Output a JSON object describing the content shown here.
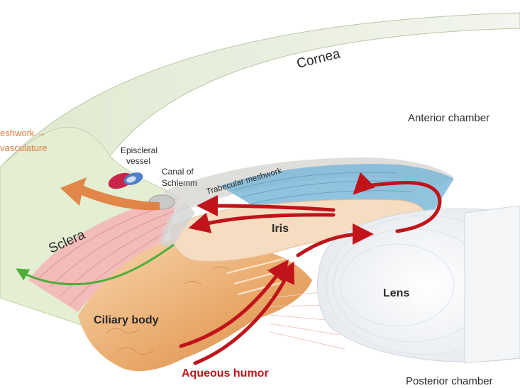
{
  "labels": {
    "cornea": "Cornea",
    "anterior_chamber": "Anterior chamber",
    "meshwork_line1": "eshwork →",
    "meshwork_line2": "vasculature",
    "episcleral_line1": "Episcleral",
    "episcleral_line2": "vessel",
    "canal_line1": "Canal of",
    "canal_line2": "Schlemm",
    "trabecular": "Trabecular meshwork",
    "iris": "Iris",
    "sclera": "Sclera",
    "lens": "Lens",
    "ciliary_body": "Ciliary body",
    "aqueous_humor": "Aqueous humor",
    "posterior_chamber": "Posterior chamber"
  },
  "colors": {
    "flow_arrow": "#c0141a",
    "uveoscleral_arrow": "#4fae3a",
    "conventional_arrow": "#e07b3a",
    "outflow_label": "#e07b3a",
    "aqueous_label": "#c0141a",
    "cornea_fill": "#eef3e1",
    "sclera_fill": "#e3eed2",
    "muscle_fill": "#f2b6b6",
    "iris_fill": "#f6dcc0",
    "ciliary_fill": "#f0c89a",
    "trabecular_fill": "#7fb8d8",
    "lens_fill": "#eef1f4"
  }
}
